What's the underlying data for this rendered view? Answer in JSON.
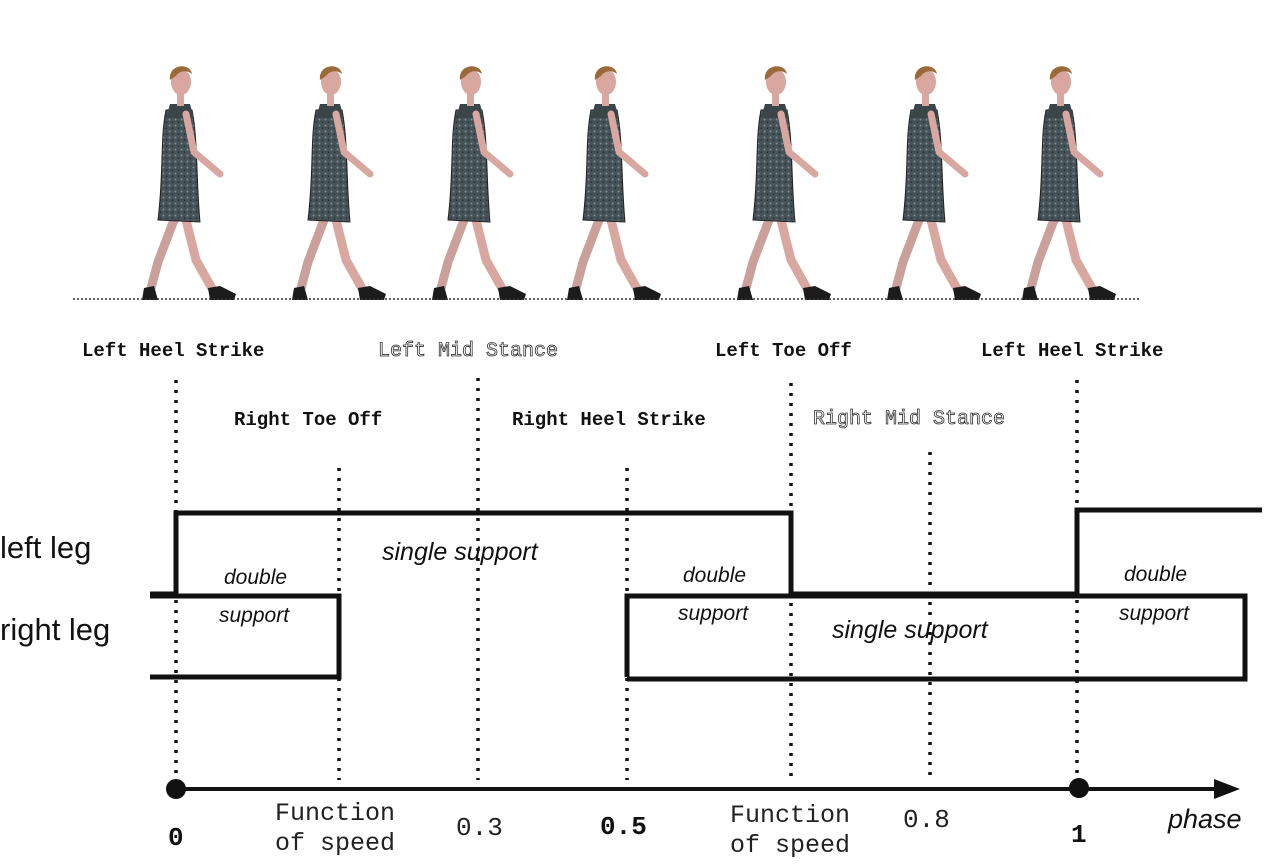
{
  "figures": {
    "count": 7,
    "subject": "walking-woman"
  },
  "events_top": [
    {
      "id": "left-heel-strike-1",
      "label": "Left Heel Strike",
      "style": "bold"
    },
    {
      "id": "left-mid-stance",
      "label": "Left Mid Stance",
      "style": "light"
    },
    {
      "id": "left-toe-off",
      "label": "Left Toe Off",
      "style": "bold"
    },
    {
      "id": "left-heel-strike-2",
      "label": "Left Heel Strike",
      "style": "bold"
    }
  ],
  "events_bottom": [
    {
      "id": "right-toe-off",
      "label": "Right Toe Off",
      "style": "bold"
    },
    {
      "id": "right-heel-strike",
      "label": "Right Heel Strike",
      "style": "bold"
    },
    {
      "id": "right-mid-stance",
      "label": "Right Mid Stance",
      "style": "light"
    }
  ],
  "legs": {
    "left": "left leg",
    "right": "right leg"
  },
  "support_labels": {
    "single_left": "single support",
    "single_right": "single support",
    "double_word": "double",
    "support_word": "support"
  },
  "phase_axis": {
    "label": "phase",
    "ticks": [
      {
        "id": "t0",
        "label": "0",
        "style": "bold"
      },
      {
        "id": "t1",
        "label": "Function of speed",
        "line1": "Function",
        "line2": "of speed",
        "style": "two-line"
      },
      {
        "id": "t2",
        "label": "0.3",
        "style": "normal"
      },
      {
        "id": "t3",
        "label": "0.5",
        "style": "bold"
      },
      {
        "id": "t4",
        "label": "Function of speed",
        "line1": "Function",
        "line2": "of speed",
        "style": "two-line"
      },
      {
        "id": "t5",
        "label": "0.8",
        "style": "normal"
      },
      {
        "id": "t6",
        "label": "1",
        "style": "bold"
      }
    ]
  },
  "colors": {
    "line": "#111111",
    "dress": "#3a4548",
    "skin": "#d8a7a0",
    "hair": "#9a6a3a",
    "shoe": "#1c1c1c"
  }
}
